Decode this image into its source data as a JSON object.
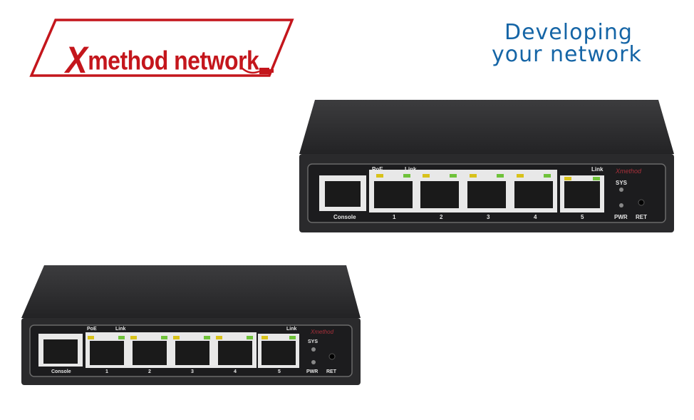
{
  "brand": {
    "logo_x": "X",
    "logo_text": "method network",
    "tagline_line1": "Developing",
    "tagline_line2": "your network"
  },
  "colors": {
    "logo_red": "#c4161c",
    "tagline_blue": "#1565a6",
    "switch_body": "#2a2a2c",
    "led_yellow": "#d8c21a",
    "led_green": "#6fc23a"
  },
  "switch_labels": {
    "poe": "PoE",
    "link_left": "Link",
    "link_right": "Link",
    "console": "Console",
    "ports": [
      "1",
      "2",
      "3",
      "4",
      "5"
    ],
    "sys": "SYS",
    "pwr": "PWR",
    "ret": "RET"
  }
}
